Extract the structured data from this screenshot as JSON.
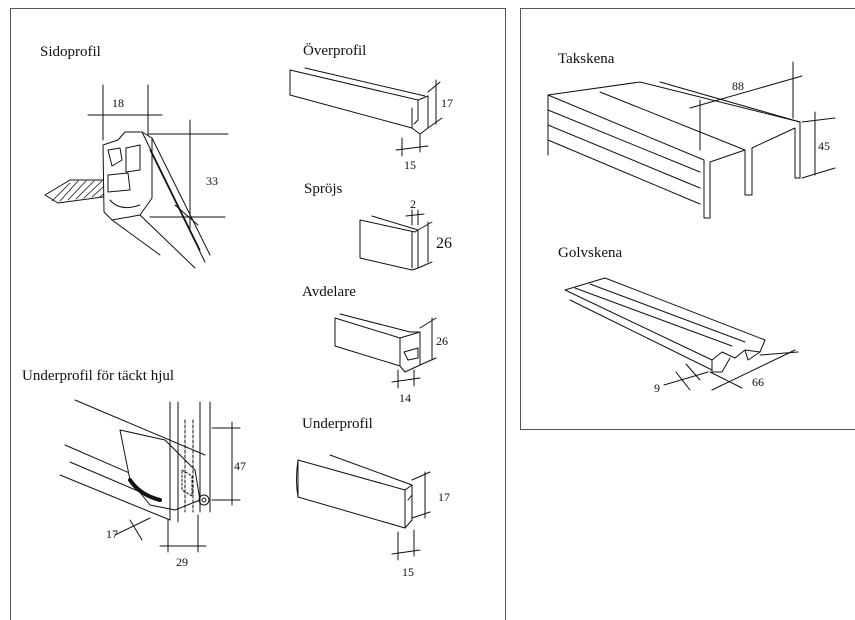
{
  "labels": {
    "sidoprofil": "Sidoprofil",
    "overprofil": "Överprofil",
    "sprojs": "Spröjs",
    "avdelare": "Avdelare",
    "underprofil_hjul": "Underprofil för täckt hjul",
    "underprofil": "Underprofil",
    "takskena": "Takskena",
    "golvskena": "Golvskena"
  },
  "dims": {
    "sidoprofil_w": "18",
    "sidoprofil_h": "33",
    "overprofil_h": "17",
    "overprofil_w": "15",
    "sprojs_w": "2",
    "sprojs_h": "26",
    "avdelare_h": "26",
    "avdelare_w": "14",
    "hjul_h": "47",
    "hjul_w1": "17",
    "hjul_w2": "29",
    "underprofil_h": "17",
    "underprofil_w": "15",
    "takskena_w": "88",
    "takskena_h": "45",
    "golvskena_h": "9",
    "golvskena_w": "66"
  }
}
